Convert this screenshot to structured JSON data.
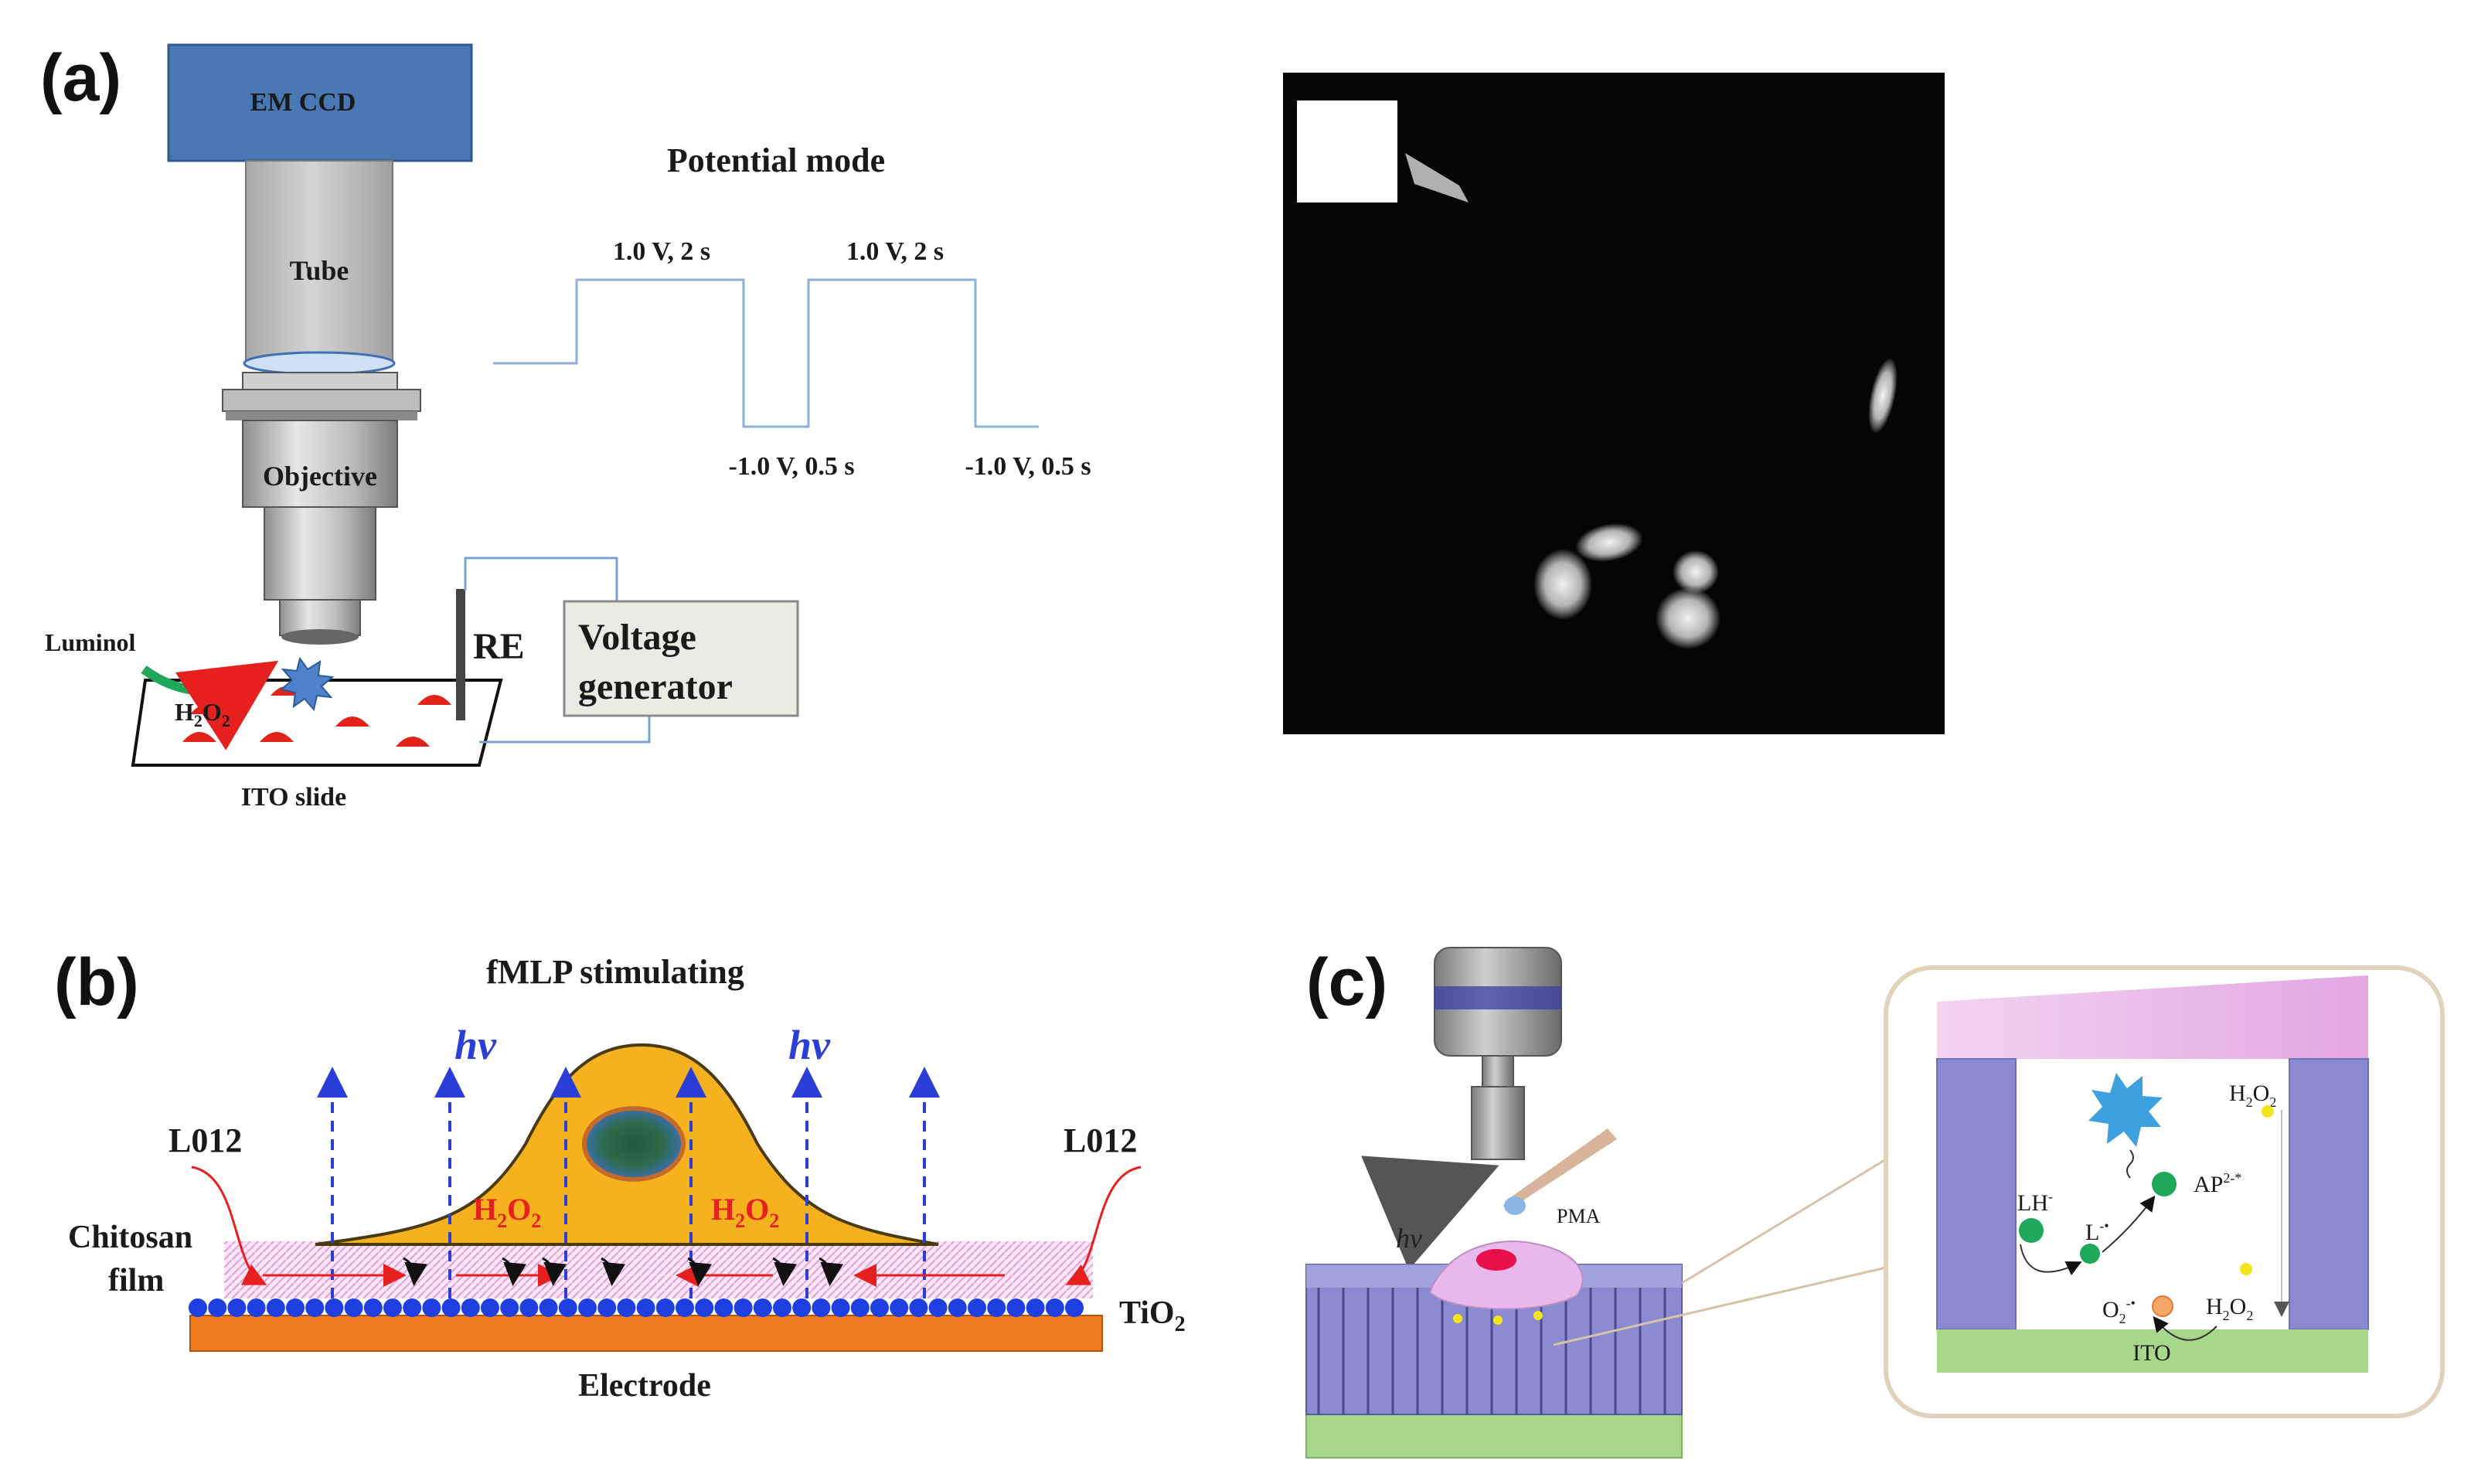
{
  "panel_labels": {
    "a": "(a)",
    "b": "(b)",
    "c": "(c)"
  },
  "panel_a": {
    "camera": "EM CCD",
    "tube": "Tube",
    "objective": "Objective",
    "luminol": "Luminol",
    "h2o2": "H",
    "h2o2_sub": "2",
    "h2o2_o": "O",
    "slide": "ITO slide",
    "re": "RE",
    "voltage_line1": "Voltage",
    "voltage_line2": "generator",
    "mode_title": "Potential mode",
    "pulse_high_1": "1.0 V, 2 s",
    "pulse_high_2": "1.0 V, 2 s",
    "pulse_low_1": "-1.0 V, 0.5 s",
    "pulse_low_2": "-1.0 V, 0.5 s"
  },
  "panel_b": {
    "title": "fMLP  stimulating",
    "hv_left": "hv",
    "hv_right": "hv",
    "l012_left": "L012",
    "l012_right": "L012",
    "chitosan_1": "Chitosan",
    "chitosan_2": "film",
    "h2o2_left": "H",
    "h2o2_right": "H",
    "tio2": "TiO",
    "tio2_sub": "2",
    "electrode": "Electrode"
  },
  "panel_c": {
    "hv": "hv",
    "pma": "PMA",
    "lh": "LH",
    "l_radical": "L",
    "ap": "AP",
    "o2": "O",
    "h2o2_top": "H",
    "h2o2_bottom": "H",
    "ito": "ITO"
  },
  "colors": {
    "camera_blue": "#4a78b5",
    "tube_gray": "#b9b9b9",
    "pulse_line": "#8fb0d8",
    "cell_orange": "#f5b21e",
    "dot_blue": "#1f3fe0",
    "electrode_orange": "#f07a1f",
    "dashed_arrow": "#2b3fd8",
    "h2o2_red": "#e61f1f",
    "pillar_purple": "#8a8ad0",
    "ito_green": "#a6d78a"
  }
}
